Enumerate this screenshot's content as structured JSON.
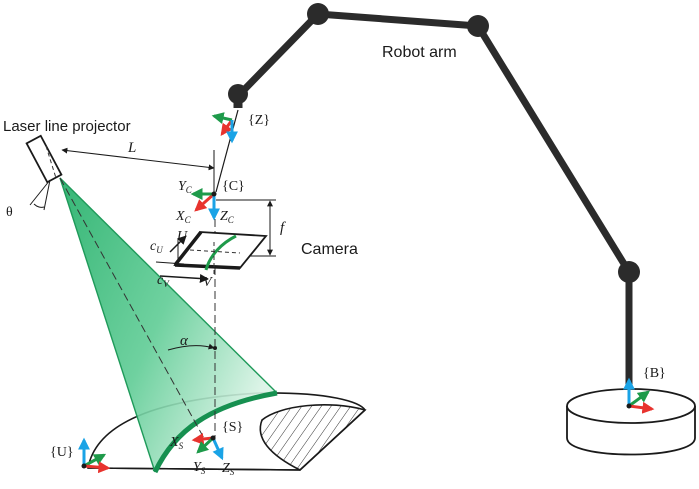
{
  "labels": {
    "robot_arm": "Robot arm",
    "laser_projector": "Laser line projector",
    "camera": "Camera",
    "frame_z": "{Z}",
    "frame_c": "{C}",
    "frame_b": "{B}",
    "frame_u": "{U}",
    "frame_s": "{S}",
    "dist_L": "L",
    "dist_f": "f",
    "theta": "θ",
    "alpha": "α",
    "yc_main": "Y",
    "yc_sub": "C",
    "xc_main": "X",
    "xc_sub": "C",
    "zc_main": "Z",
    "zc_sub": "C",
    "u_axis": "U",
    "v_axis": "V",
    "cu_main": "c",
    "cu_sub": "U",
    "cv_main": "c",
    "cv_sub": "V",
    "xs_main": "X",
    "xs_sub": "S",
    "ys_main": "Y",
    "ys_sub": "S",
    "zs_main": "Z",
    "zs_sub": "S"
  },
  "colors": {
    "arm": "#2b2b2b",
    "laser_fill": "#3fbf7f",
    "laser_edge": "#1f9a5a",
    "axis_red": "#e8332e",
    "axis_green": "#1e9a4a",
    "axis_blue": "#1aa3e6"
  }
}
